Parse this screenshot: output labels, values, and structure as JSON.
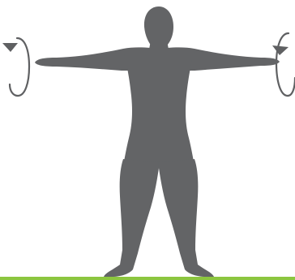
{
  "illustration": {
    "figure_icon": "standing-human-silhouette-arms-outstretched",
    "left_arrow_icon": "circular-rotation-arrow",
    "right_arrow_icon": "circular-rotation-arrow",
    "ground_icon": "ground-line"
  },
  "colors": {
    "background": "#ffffff",
    "figure": "#636466",
    "arrow": "#5f6062",
    "ground": "#8cc63f"
  }
}
